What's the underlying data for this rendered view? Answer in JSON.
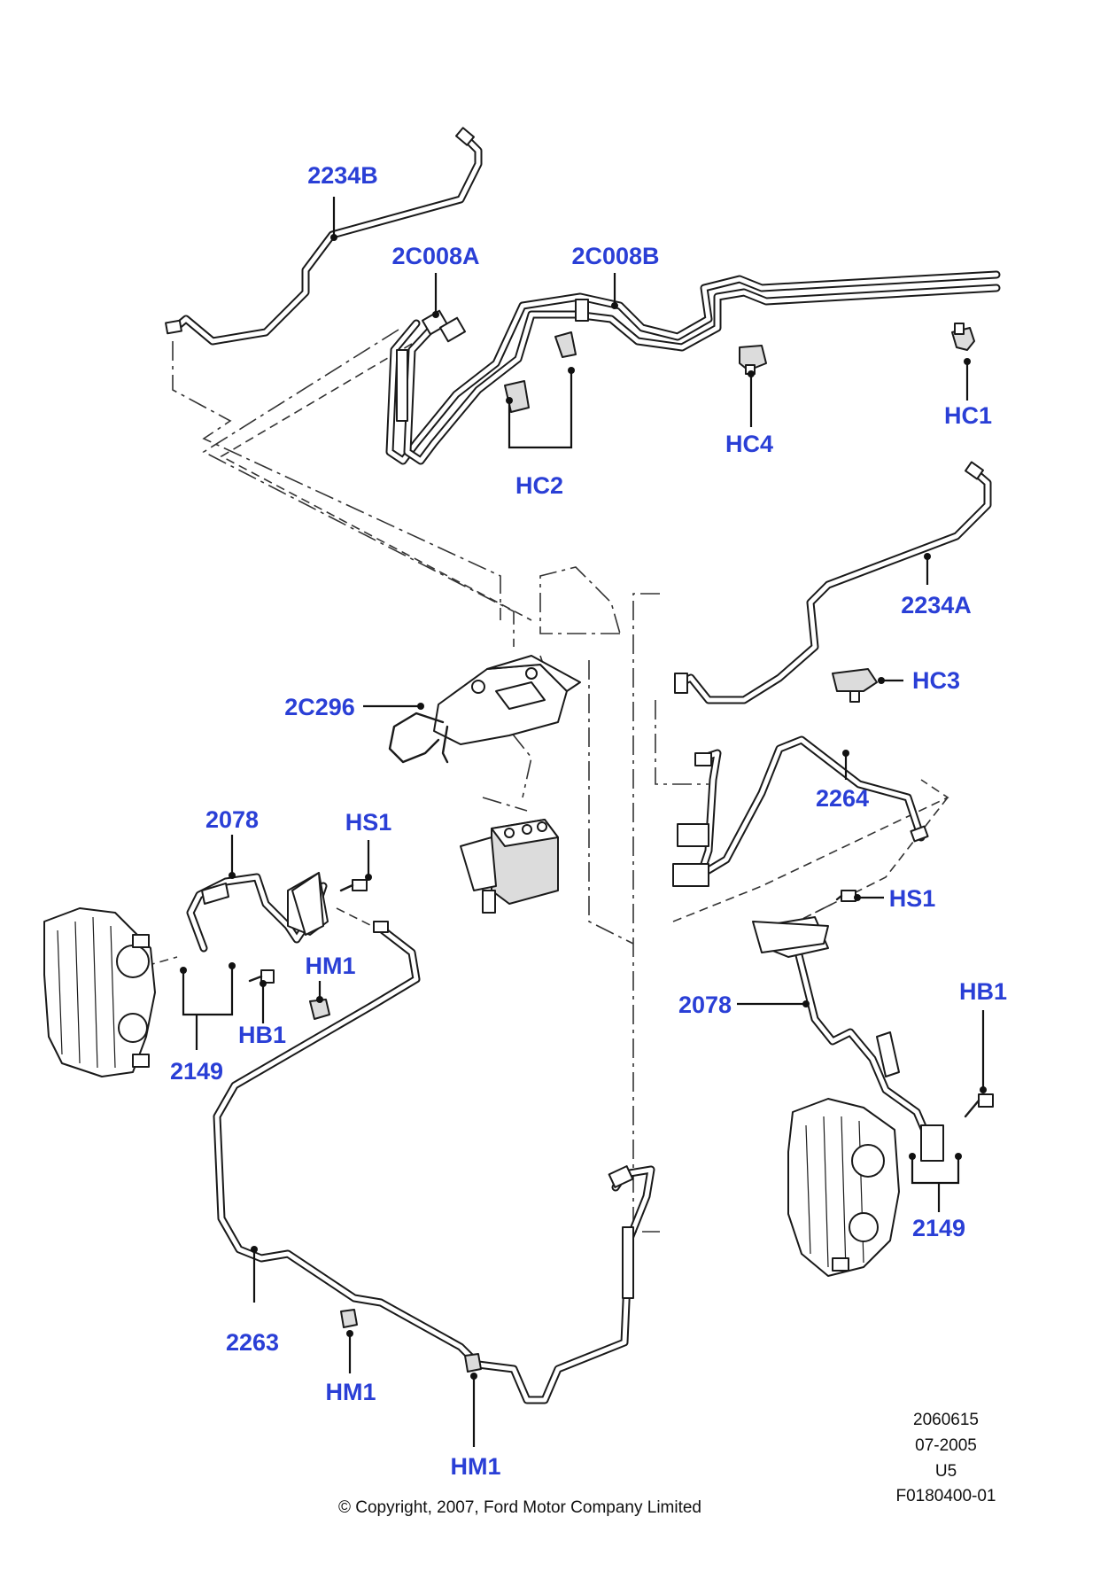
{
  "callouts": {
    "c2234B": "2234B",
    "c2C008A": "2C008A",
    "c2C008B": "2C008B",
    "cHC1": "HC1",
    "cHC4": "HC4",
    "cHC2": "HC2",
    "c2234A": "2234A",
    "cHC3": "HC3",
    "c2C296": "2C296",
    "c2264": "2264",
    "c2078L": "2078",
    "cHS1L": "HS1",
    "cHM1L": "HM1",
    "cHB1L": "HB1",
    "c2149L": "2149",
    "cHS1R": "HS1",
    "c2078R": "2078",
    "cHB1R": "HB1",
    "c2149R": "2149",
    "c2263": "2263",
    "cHM1B1": "HM1",
    "cHM1B2": "HM1"
  },
  "footer": {
    "drawing_number": "2060615",
    "date": "07-2005",
    "revision": "U5",
    "figure_id": "F0180400-01",
    "copyright": "© Copyright, 2007, Ford Motor Company Limited"
  },
  "colors": {
    "callout_text": "#2a3fd6",
    "line_art": "#1a1a1a",
    "background": "#ffffff"
  }
}
